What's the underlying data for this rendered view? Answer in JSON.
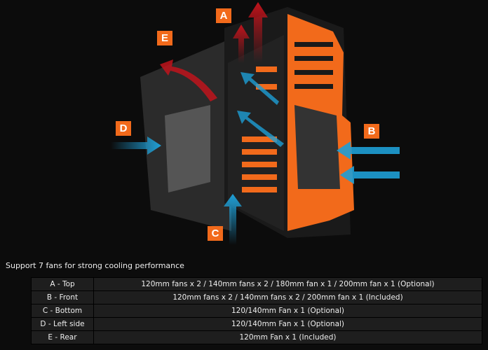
{
  "caption": "Support 7 fans for strong cooling performance",
  "labels": {
    "a": "A",
    "b": "B",
    "c": "C",
    "d": "D",
    "e": "E"
  },
  "colors": {
    "accent": "#f26a1b",
    "intake": "#1e9fd6",
    "exhaust": "#c0141c"
  },
  "fans": [
    {
      "position": "A - Top",
      "spec": "120mm fans x 2 / 140mm fans  x 2 / 180mm fan x 1 / 200mm fan x 1  (Optional)"
    },
    {
      "position": "B - Front",
      "spec": "120mm fans x 2 / 140mm fans x 2 / 200mm fan x 1 (Included)"
    },
    {
      "position": "C - Bottom",
      "spec": "120/140mm Fan x 1 (Optional)"
    },
    {
      "position": "D - Left side",
      "spec": "120/140mm Fan x 1 (Optional)"
    },
    {
      "position": "E - Rear",
      "spec": "120mm Fan x 1 (Included)"
    }
  ]
}
